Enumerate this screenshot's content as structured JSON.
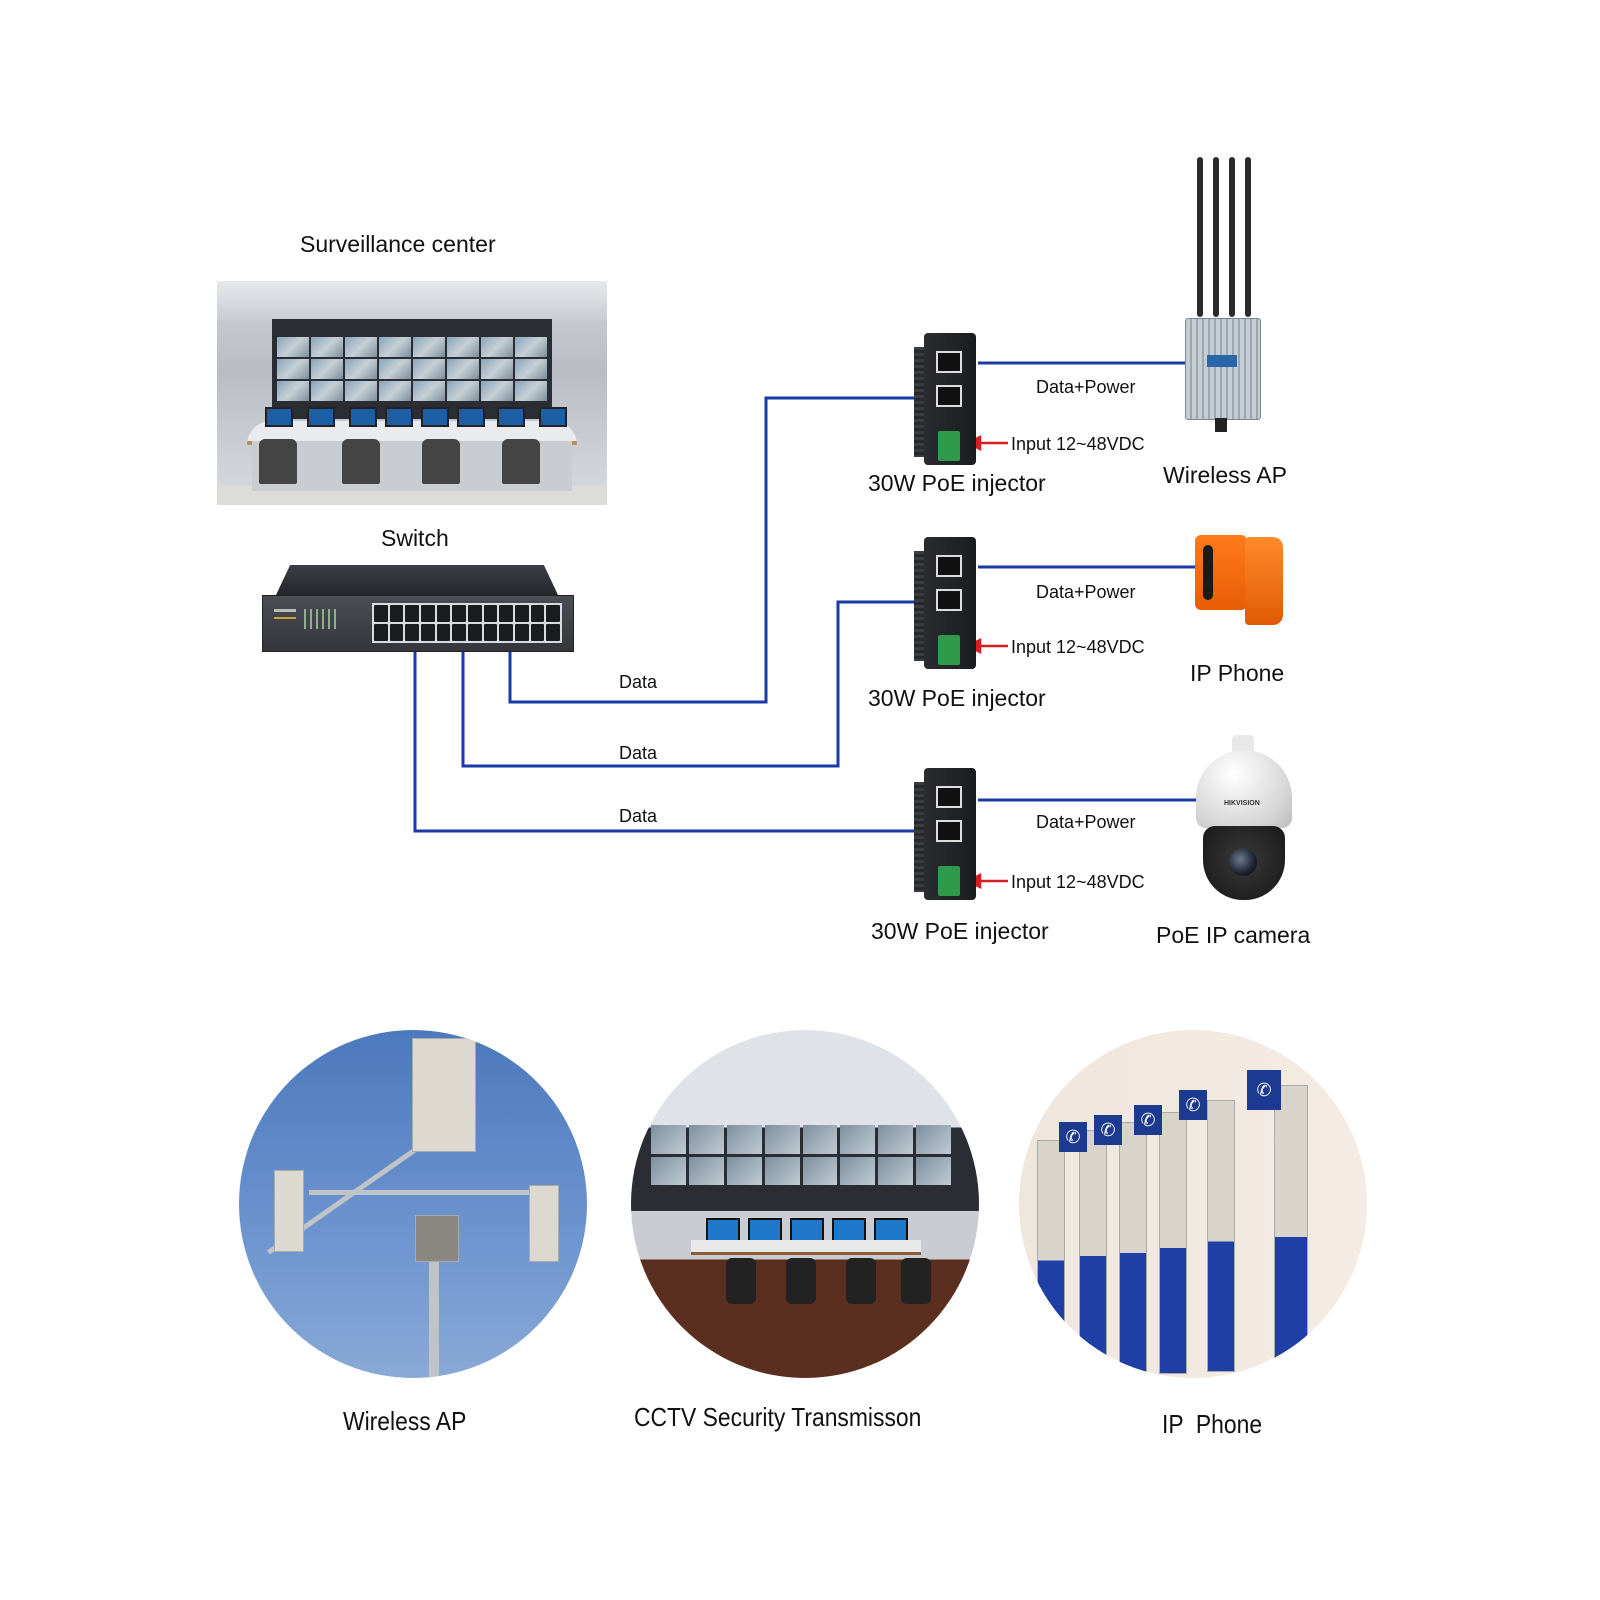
{
  "diagram": {
    "title_surveillance": "Surveillance center",
    "switch_label": "Switch",
    "links": [
      {
        "label": "Data"
      },
      {
        "label": "Data"
      },
      {
        "label": "Data"
      }
    ],
    "rows": [
      {
        "injector_label": "30W PoE injector",
        "link_label": "Data+Power",
        "input_label": "Input 12~48VDC",
        "device_label": "Wireless AP",
        "device_icon": "wireless-ap-icon"
      },
      {
        "injector_label": "30W PoE injector",
        "link_label": "Data+Power",
        "input_label": "Input 12~48VDC",
        "device_label": "IP Phone",
        "device_icon": "ip-phone-icon"
      },
      {
        "injector_label": "30W PoE injector",
        "link_label": "Data+Power",
        "input_label": "Input 12~48VDC",
        "device_label": "PoE IP camera",
        "device_icon": "ip-camera-icon"
      }
    ],
    "camera_brand": "HIKVISION",
    "colors": {
      "cable": "#1a3aa6",
      "arrow": "#d42020"
    }
  },
  "applications": [
    {
      "label": "Wireless AP"
    },
    {
      "label": "CCTV Security Transmisson"
    },
    {
      "label": "IP  Phone"
    }
  ]
}
